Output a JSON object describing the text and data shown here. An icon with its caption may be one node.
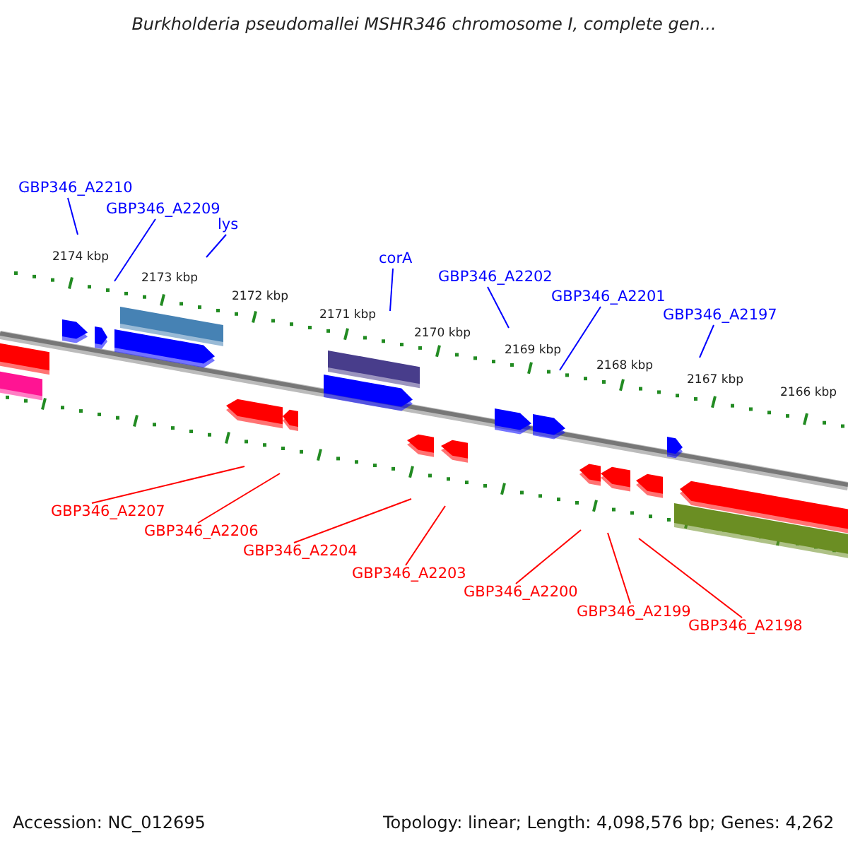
{
  "diagram": {
    "title": "Burkholderia pseudomallei MSHR346 chromosome I, complete gen...",
    "nodes": [
      {
        "text": [
          "GBP346_A2210"
        ]
      },
      {
        "text": [
          "GBP346_A2209"
        ]
      },
      {
        "text": [
          "lys"
        ]
      },
      {
        "text": [
          "corA"
        ]
      },
      {
        "text": [
          "GBP346_A2202"
        ]
      },
      {
        "text": [
          "GBP346_A2201"
        ]
      },
      {
        "text": [
          "GBP346_A2197"
        ]
      },
      {
        "text": [
          "GBP346_A2207"
        ]
      },
      {
        "text": [
          "GBP346_A2206"
        ]
      },
      {
        "text": [
          "GBP346_A2204"
        ]
      },
      {
        "text": [
          "GBP346_A2203"
        ]
      },
      {
        "text": [
          "GBP346_A2200"
        ]
      },
      {
        "text": [
          "GBP346_A2199"
        ]
      },
      {
        "text": [
          "GBP346_A2198"
        ]
      }
    ],
    "edges": [
      {
        "from": 0,
        "to": null,
        "arrow": "none",
        "color": "#0000ff"
      },
      {
        "from": 1,
        "to": null,
        "arrow": "none",
        "color": "#0000ff"
      },
      {
        "from": 2,
        "to": null,
        "arrow": "none",
        "color": "#0000ff"
      },
      {
        "from": 3,
        "to": null,
        "arrow": "none",
        "color": "#0000ff"
      },
      {
        "from": 4,
        "to": null,
        "arrow": "none",
        "color": "#0000ff"
      },
      {
        "from": 5,
        "to": null,
        "arrow": "none",
        "color": "#0000ff"
      },
      {
        "from": 6,
        "to": null,
        "arrow": "none",
        "color": "#0000ff"
      },
      {
        "from": 7,
        "to": null,
        "arrow": "none",
        "color": "#ff0000"
      },
      {
        "from": 8,
        "to": null,
        "arrow": "none",
        "color": "#ff0000"
      },
      {
        "from": 9,
        "to": null,
        "arrow": "none",
        "color": "#ff0000"
      },
      {
        "from": 10,
        "to": null,
        "arrow": "none",
        "color": "#ff0000"
      },
      {
        "from": 11,
        "to": null,
        "arrow": "none",
        "color": "#ff0000"
      },
      {
        "from": 12,
        "to": null,
        "arrow": "none",
        "color": "#ff0000"
      },
      {
        "from": 13,
        "to": null,
        "arrow": "none",
        "color": "#ff0000"
      }
    ],
    "labels": [
      "2174 kbp",
      "2173 kbp",
      "2172 kbp",
      "2171 kbp",
      "2170 kbp",
      "2169 kbp",
      "2168 kbp",
      "2167 kbp",
      "2166 kbp",
      "Accession: NC_012695",
      "Topology: linear; Length: 4,098,576 bp; Genes: 4,262"
    ]
  }
}
